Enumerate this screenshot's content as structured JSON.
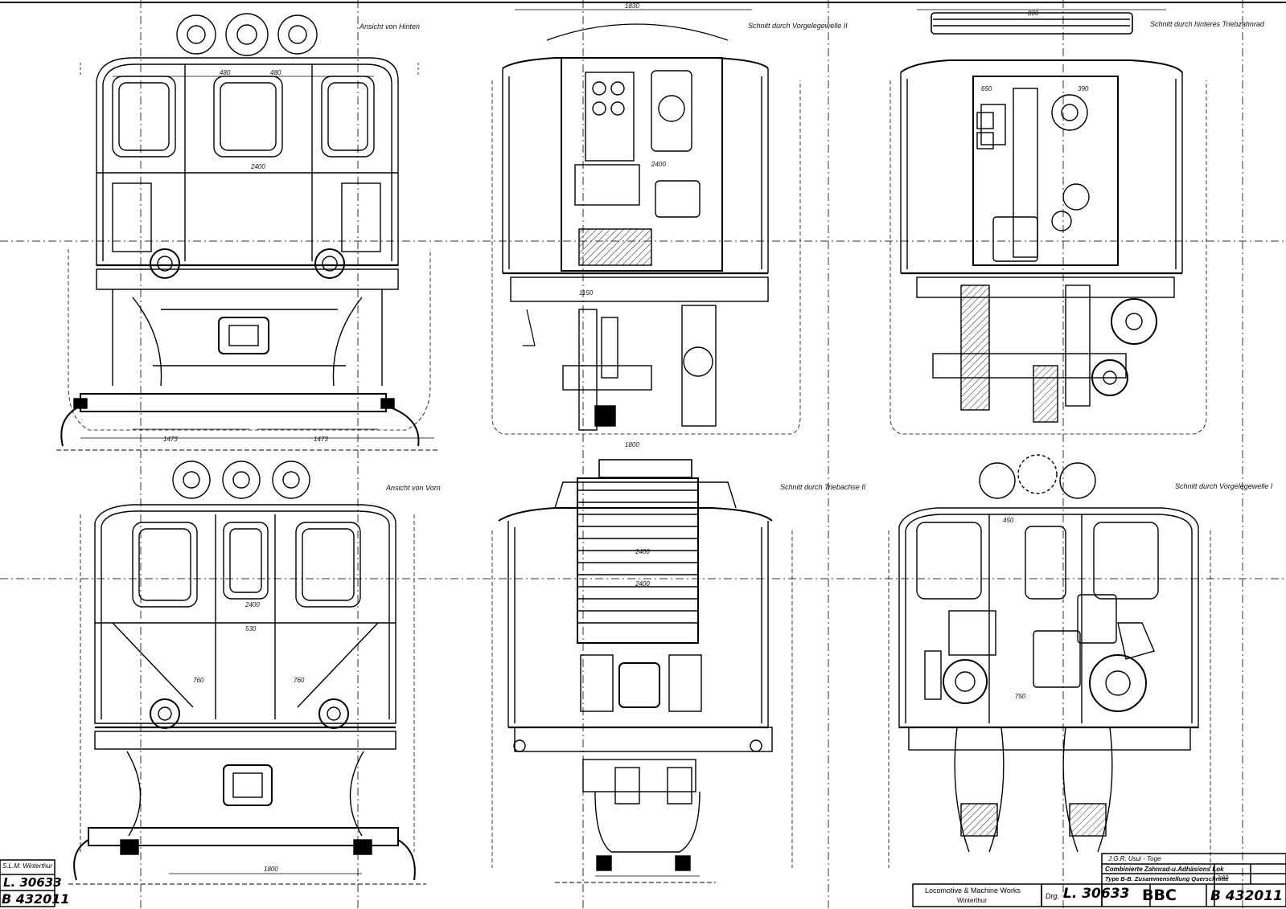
{
  "views": {
    "rear": "Ansicht von Hinten",
    "front": "Ansicht von Vorn",
    "section_layshaft_2": "Schnitt durch Vorgelegewelle II",
    "section_axle_2": "Schnitt durch Triebachse II",
    "section_rear_gear": "Schnitt durch hinteres Triebzahnrad",
    "section_layshaft_1": "Schnitt durch Vorgelegewelle I"
  },
  "dimensions": {
    "rear_step_left": "1473",
    "rear_step_right": "1473",
    "rear_width": "2400",
    "rear_d1": "480",
    "rear_d2": "480",
    "front_width": "2400",
    "front_base": "1800",
    "front_mid": "530",
    "front_d1": "760",
    "front_d2": "760",
    "sec2_top": "1830",
    "sec2_mid": "2400",
    "sec2_lower": "1150",
    "sec2_base": "1800",
    "sec3_mid": "2400",
    "sec3_lower": "2400",
    "sec4_top": "800",
    "sec4_d1": "650",
    "sec4_d2": "390",
    "sec6_d1": "450",
    "sec6_d2": "750"
  },
  "legend_left": {
    "maker": "S.L.M. Winterthur",
    "drawing_no": "L. 30633",
    "archive_no": "B 432011"
  },
  "title_block": {
    "works": "Locomotive & Machine Works",
    "works_place": "Winterthur",
    "drg_prefix": "Drg.",
    "drawing_no": "L. 30633",
    "brand": "BBC",
    "railway": "J.G.R. Usui - Toge",
    "title_line1": "Combinierte Zahnrad-u.Adhäsions Lok",
    "title_line2": "Type B-B. Zusammenstellung Querschnitte",
    "scale": "1:10",
    "archive_no": "B 432011"
  }
}
